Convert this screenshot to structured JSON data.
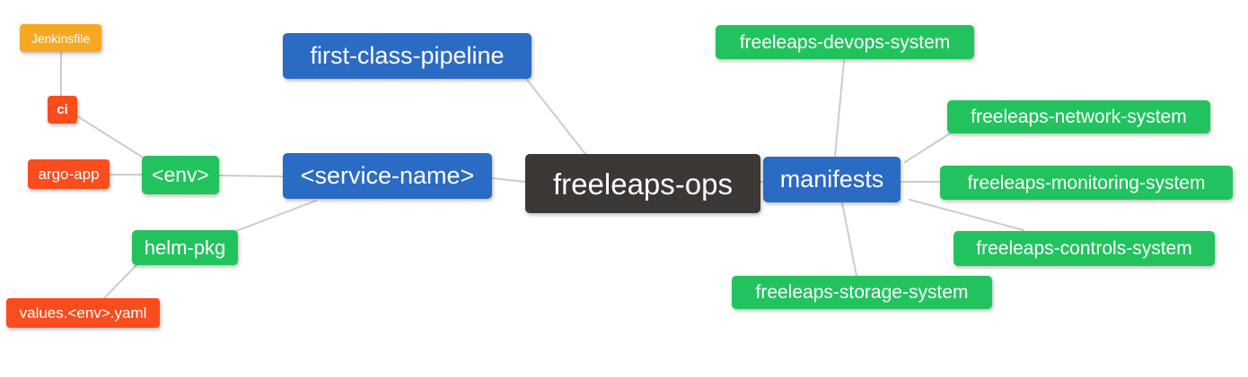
{
  "diagram": {
    "type": "mindmap",
    "text_color": "#ffffff",
    "edge_color": "#cccccc",
    "colors": {
      "blue": "#2a6bc4",
      "green": "#22c35e",
      "orange": "#f7a823",
      "red": "#f94d1d",
      "dark": "#3b3734"
    },
    "nodes": [
      {
        "label": "freeleaps-ops",
        "color": "dark",
        "role": "root"
      },
      {
        "label": "first-class-pipeline",
        "color": "blue",
        "role": "branch"
      },
      {
        "label": "<service-name>",
        "color": "blue",
        "role": "branch"
      },
      {
        "label": "manifests",
        "color": "blue",
        "role": "branch"
      },
      {
        "label": "<env>",
        "color": "green",
        "role": "sub-branch"
      },
      {
        "label": "helm-pkg",
        "color": "green",
        "role": "sub-branch"
      },
      {
        "label": "ci",
        "color": "red",
        "role": "leaf"
      },
      {
        "label": "argo-app",
        "color": "red",
        "role": "leaf"
      },
      {
        "label": "values.<env>.yaml",
        "color": "red",
        "role": "leaf"
      },
      {
        "label": "Jenkinsfile",
        "color": "orange",
        "role": "leaf"
      },
      {
        "label": "freeleaps-devops-system",
        "color": "green",
        "role": "leaf"
      },
      {
        "label": "freeleaps-network-system",
        "color": "green",
        "role": "leaf"
      },
      {
        "label": "freeleaps-monitoring-system",
        "color": "green",
        "role": "leaf"
      },
      {
        "label": "freeleaps-controls-system",
        "color": "green",
        "role": "leaf"
      },
      {
        "label": "freeleaps-storage-system",
        "color": "green",
        "role": "leaf"
      }
    ],
    "edges": [
      {
        "from": "freeleaps-ops",
        "to": "first-class-pipeline"
      },
      {
        "from": "freeleaps-ops",
        "to": "<service-name>"
      },
      {
        "from": "freeleaps-ops",
        "to": "manifests"
      },
      {
        "from": "<service-name>",
        "to": "<env>"
      },
      {
        "from": "<service-name>",
        "to": "helm-pkg"
      },
      {
        "from": "<env>",
        "to": "ci"
      },
      {
        "from": "<env>",
        "to": "argo-app"
      },
      {
        "from": "ci",
        "to": "Jenkinsfile"
      },
      {
        "from": "helm-pkg",
        "to": "values.<env>.yaml"
      },
      {
        "from": "manifests",
        "to": "freeleaps-devops-system"
      },
      {
        "from": "manifests",
        "to": "freeleaps-network-system"
      },
      {
        "from": "manifests",
        "to": "freeleaps-monitoring-system"
      },
      {
        "from": "manifests",
        "to": "freeleaps-controls-system"
      },
      {
        "from": "manifests",
        "to": "freeleaps-storage-system"
      }
    ]
  }
}
